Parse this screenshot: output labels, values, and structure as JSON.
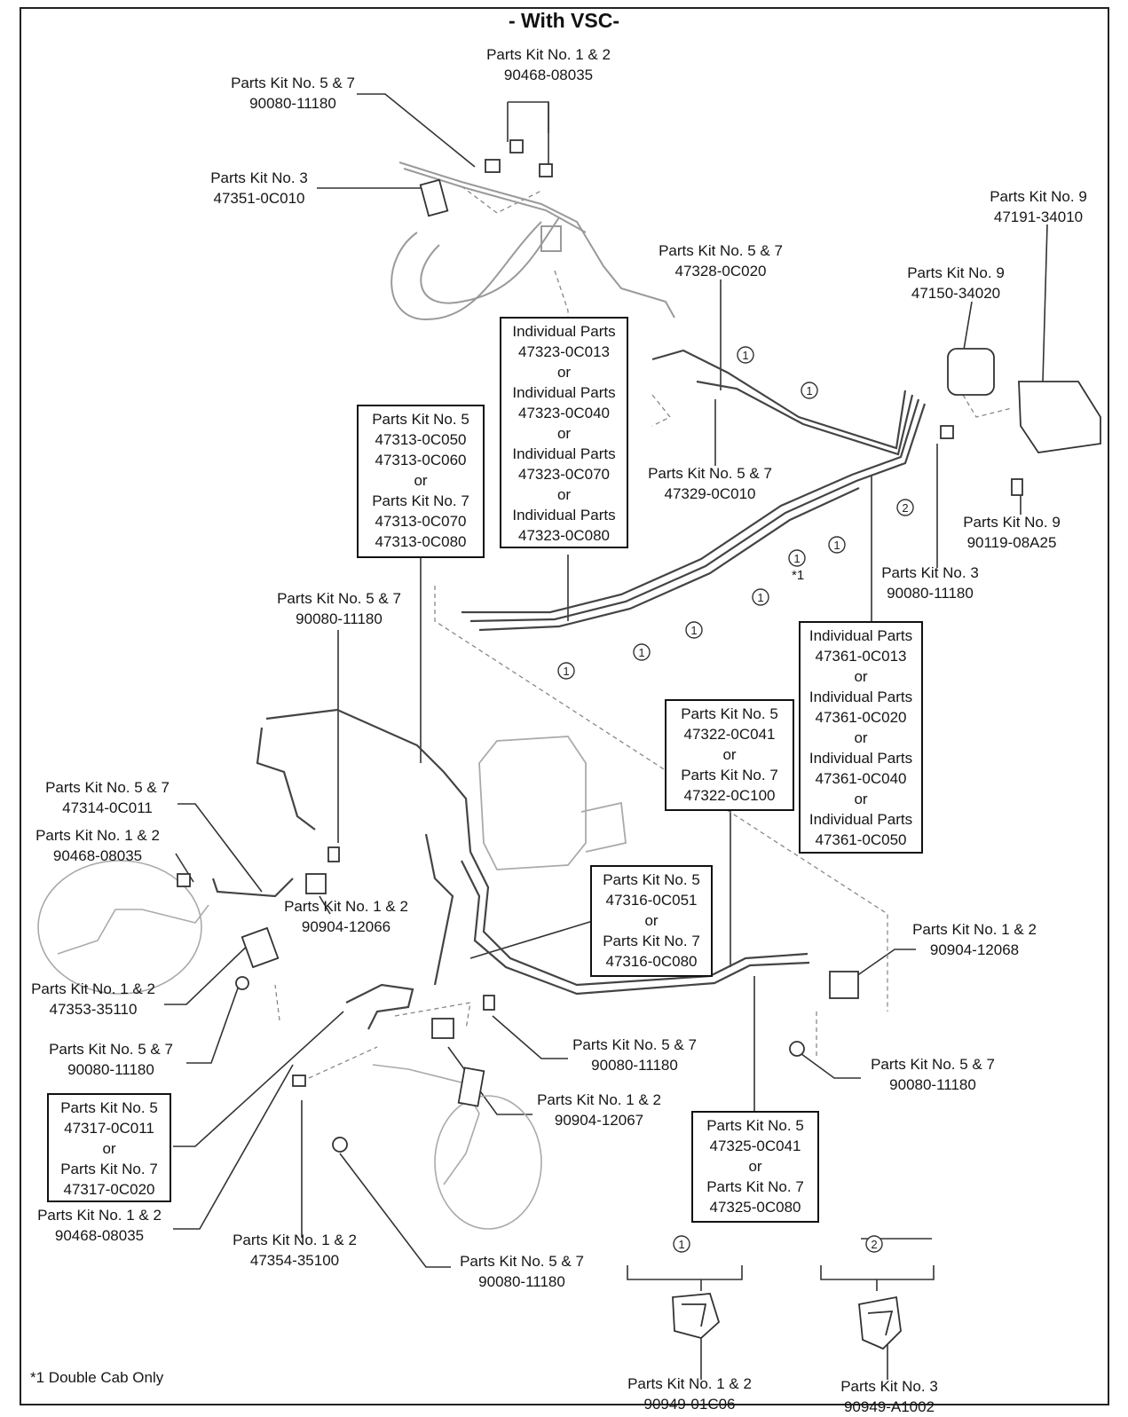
{
  "title": "- With VSC-",
  "callouts": {
    "c01": [
      "Parts Kit No. 5 & 7",
      "90080-11180"
    ],
    "c02": [
      "Parts Kit No. 1 & 2",
      "90468-08035"
    ],
    "c03": [
      "Parts Kit No. 3",
      "47351-0C010"
    ],
    "c04": [
      "Parts Kit No. 9",
      "47191-34010"
    ],
    "c05": [
      "Parts Kit No. 5 & 7",
      "47328-0C020"
    ],
    "c06": [
      "Parts Kit No. 9",
      "47150-34020"
    ],
    "c07": [
      "Parts Kit No. 5 & 7",
      "47329-0C010"
    ],
    "c08": [
      "Parts Kit No. 9",
      "90119-08A25"
    ],
    "c09": [
      "Parts Kit No. 3",
      "90080-11180"
    ],
    "c10": [
      "Parts Kit No. 5 & 7",
      "90080-11180"
    ],
    "c11": [
      "Parts Kit No. 5 & 7",
      "47314-0C011"
    ],
    "c12": [
      "Parts Kit No. 1 & 2",
      "90468-08035"
    ],
    "c13": [
      "Parts Kit No. 1 & 2",
      "90904-12066"
    ],
    "c14": [
      "Parts Kit No. 1 & 2",
      "90904-12068"
    ],
    "c15": [
      "Parts Kit No. 1 & 2",
      "47353-35110"
    ],
    "c16": [
      "Parts Kit No. 5 & 7",
      "90080-11180"
    ],
    "c17": [
      "Parts Kit No. 5 & 7",
      "90080-11180"
    ],
    "c18": [
      "Parts Kit No. 5 & 7",
      "90080-11180"
    ],
    "c19": [
      "Parts Kit No. 1 & 2",
      "90904-12067"
    ],
    "c20": [
      "Parts Kit No. 1 & 2",
      "90468-08035"
    ],
    "c21": [
      "Parts Kit No. 1 & 2",
      "47354-35100"
    ],
    "c22": [
      "Parts Kit No. 5 & 7",
      "90080-11180"
    ],
    "c23": [
      "Parts Kit No. 1 & 2",
      "90949-01C06"
    ],
    "c24": [
      "Parts Kit No. 3",
      "90949-A1002"
    ]
  },
  "boxes": {
    "b1": [
      "Individual Parts",
      "47323-0C013",
      "or",
      "Individual Parts",
      "47323-0C040",
      "or",
      "Individual Parts",
      "47323-0C070",
      "or",
      "Individual Parts",
      "47323-0C080"
    ],
    "b2": [
      "Parts Kit No. 5",
      "47313-0C050",
      "47313-0C060",
      "or",
      "Parts Kit No. 7",
      "47313-0C070",
      "47313-0C080"
    ],
    "b3": [
      "Individual Parts",
      "47361-0C013",
      "or",
      "Individual Parts",
      "47361-0C020",
      "or",
      "Individual Parts",
      "47361-0C040",
      "or",
      "Individual Parts",
      "47361-0C050"
    ],
    "b4": [
      "Parts Kit No. 5",
      "47322-0C041",
      "or",
      "Parts Kit No. 7",
      "47322-0C100"
    ],
    "b5": [
      "Parts Kit No. 5",
      "47316-0C051",
      "or",
      "Parts Kit No. 7",
      "47316-0C080"
    ],
    "b6": [
      "Parts Kit No. 5",
      "47317-0C011",
      "or",
      "Parts Kit No. 7",
      "47317-0C020"
    ],
    "b7": [
      "Parts Kit No. 5",
      "47325-0C041",
      "or",
      "Parts Kit No. 7",
      "47325-0C080"
    ]
  },
  "markers": {
    "one": "1",
    "two": "2",
    "star": "*1"
  },
  "footnote": "*1 Double Cab Only"
}
